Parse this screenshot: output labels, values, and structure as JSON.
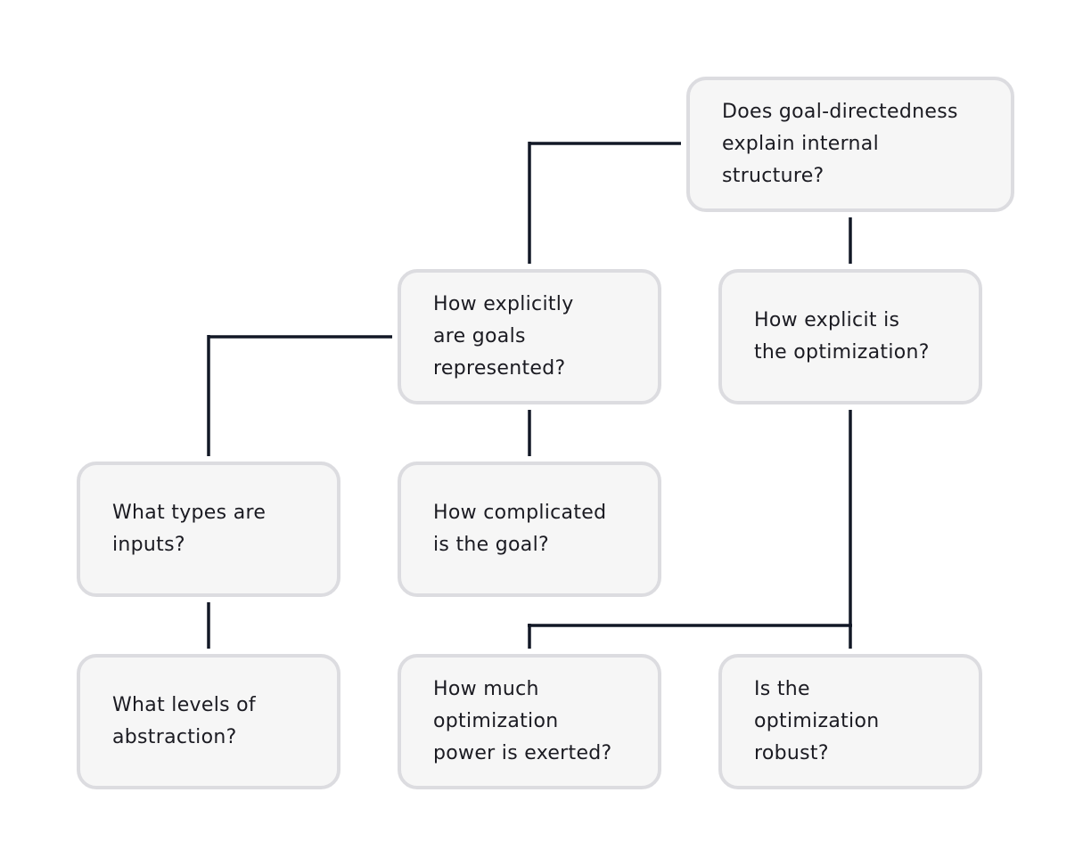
{
  "nodes": {
    "root": "Does goal-directedness\nexplain internal\nstructure?",
    "goals_represented": "How explicitly\nare goals\nrepresented?",
    "explicit_optimization": "How explicit is\nthe optimization?",
    "input_types": "What types are\ninputs?",
    "goal_complexity": "How complicated\nis the goal?",
    "abstraction_levels": "What levels of\nabstraction?",
    "optimization_power": "How much\noptimization\npower is exerted?",
    "optimization_robust": "Is the\noptimization\nrobust?"
  },
  "colors": {
    "connector": "#121826",
    "node_fill": "#f6f6f6",
    "node_border": "#dcdce0",
    "text": "#1b1b22"
  }
}
